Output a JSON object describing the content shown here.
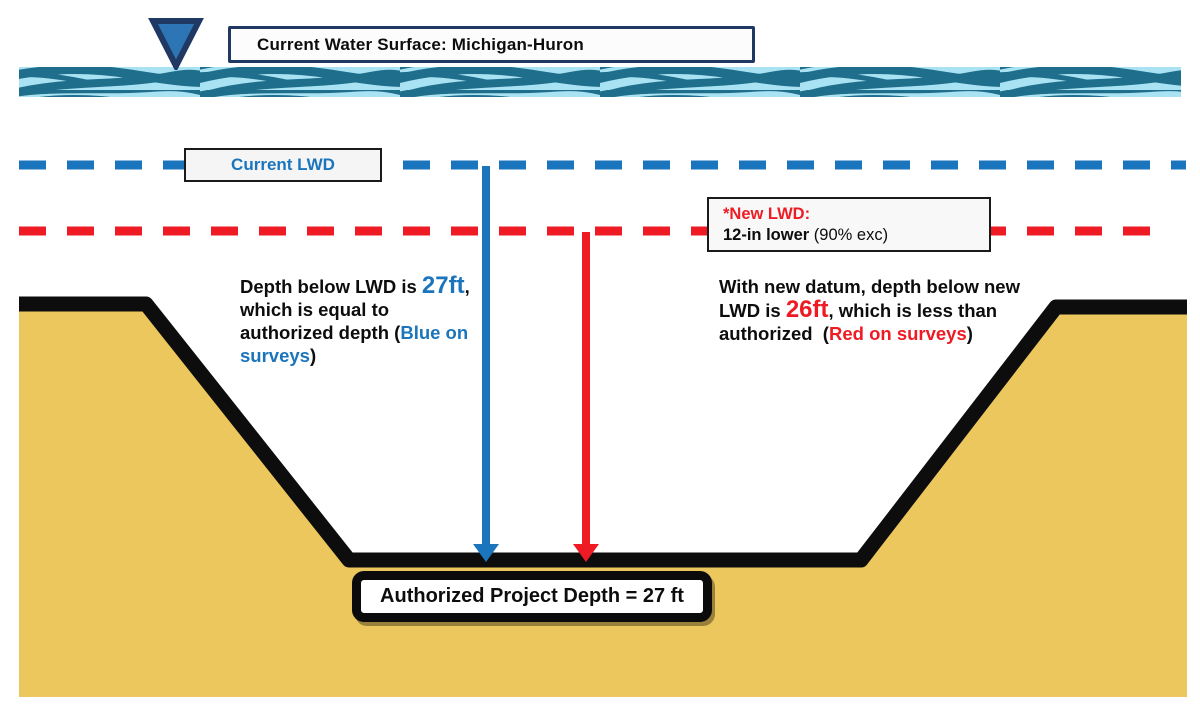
{
  "title_box": {
    "label": "Current Water Surface: Michigan-Huron"
  },
  "current_lwd_box": {
    "label": "Current LWD"
  },
  "new_lwd_box": {
    "line1": "*New LWD:",
    "line2_bold": "12-in lower",
    "line2_normal": " (90% exc)"
  },
  "left_note": {
    "pre": "Depth below LWD is ",
    "value": "27ft",
    "mid": ",\nwhich is equal to\nauthorized depth (",
    "colored": "Blue on\nsurveys",
    "post": ")"
  },
  "right_note": {
    "pre": "With new datum, depth below new\nLWD is ",
    "value": "26ft",
    "mid": ", which is less than\nauthorized  (",
    "colored": "Red on surveys",
    "post": ")"
  },
  "depth_box": {
    "label": "Authorized Project Depth = 27 ft"
  },
  "colors": {
    "line_blue": "#1B75BC",
    "line_red": "#EE1B24",
    "navy_border": "#1F3864",
    "marker_fill": "#2E75B6",
    "ground_yellow": "#ECC75D",
    "water_teal": "#1E6E8C",
    "water_light_blue": "#A9E2F2",
    "outline_black": "#0D0D0D"
  }
}
